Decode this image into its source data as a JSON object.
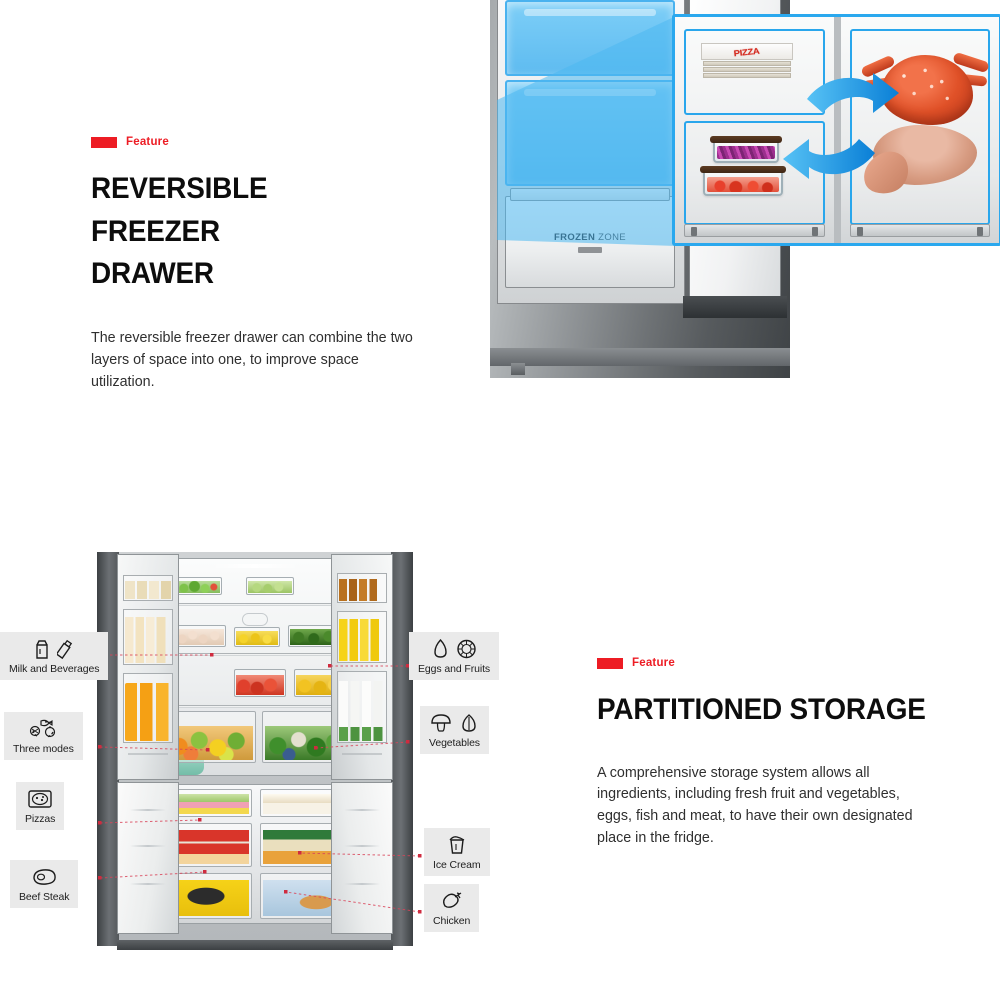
{
  "features": [
    {
      "tag": "Feature",
      "title": "REVERSIBLE FREEZER DRAWER",
      "title_line1": "REVERSIBLE FREEZER",
      "title_line2": "DRAWER",
      "body": "The reversible freezer drawer can combine the two layers of space into one, to improve space utilization."
    },
    {
      "tag": "Feature",
      "title": "PARTITIONED STORAGE",
      "body": "A comprehensive storage system allows all ingredients, including fresh fruit and vegetables, eggs, fish and meat, to have their own designated place in the fridge."
    }
  ],
  "hero_top": {
    "drawer_badge_bold": "FROZEN",
    "drawer_badge_light": "ZONE",
    "pizza_logo": "PIZZA",
    "callout": {
      "left_panel": "two-layer freezer drawer with pizza box and glass food containers",
      "right_panel": "single combined freezer drawer holding a large crab",
      "arrow_top": "arrow-right-icon",
      "arrow_bottom": "arrow-left-icon"
    }
  },
  "storage_labels_left": [
    {
      "label": "Milk and Beverages",
      "icons": [
        "milk-carton-icon",
        "bottle-icon"
      ]
    },
    {
      "label": "Three modes",
      "icons": [
        "three-modes-cycle-icon"
      ]
    },
    {
      "label": "Pizzas",
      "icons": [
        "pizza-icon"
      ]
    },
    {
      "label": "Beef Steak",
      "icons": [
        "beef-steak-icon"
      ]
    }
  ],
  "storage_labels_right": [
    {
      "label": "Eggs and Fruits",
      "icons": [
        "egg-icon",
        "kiwi-icon"
      ]
    },
    {
      "label": "Vegetables",
      "icons": [
        "mushroom-icon",
        "garlic-icon"
      ]
    },
    {
      "label": "Ice Cream",
      "icons": [
        "ice-cream-tub-icon"
      ]
    },
    {
      "label": "Chicken",
      "icons": [
        "chicken-leg-icon"
      ]
    }
  ],
  "colors": {
    "accent_red": "#ED1C24",
    "highlight_blue": "#2aa8ee",
    "chip_background": "#eaeaea",
    "heading": "#0d0d0d",
    "body_text": "#2f2f2f",
    "page_background": "#ffffff"
  }
}
